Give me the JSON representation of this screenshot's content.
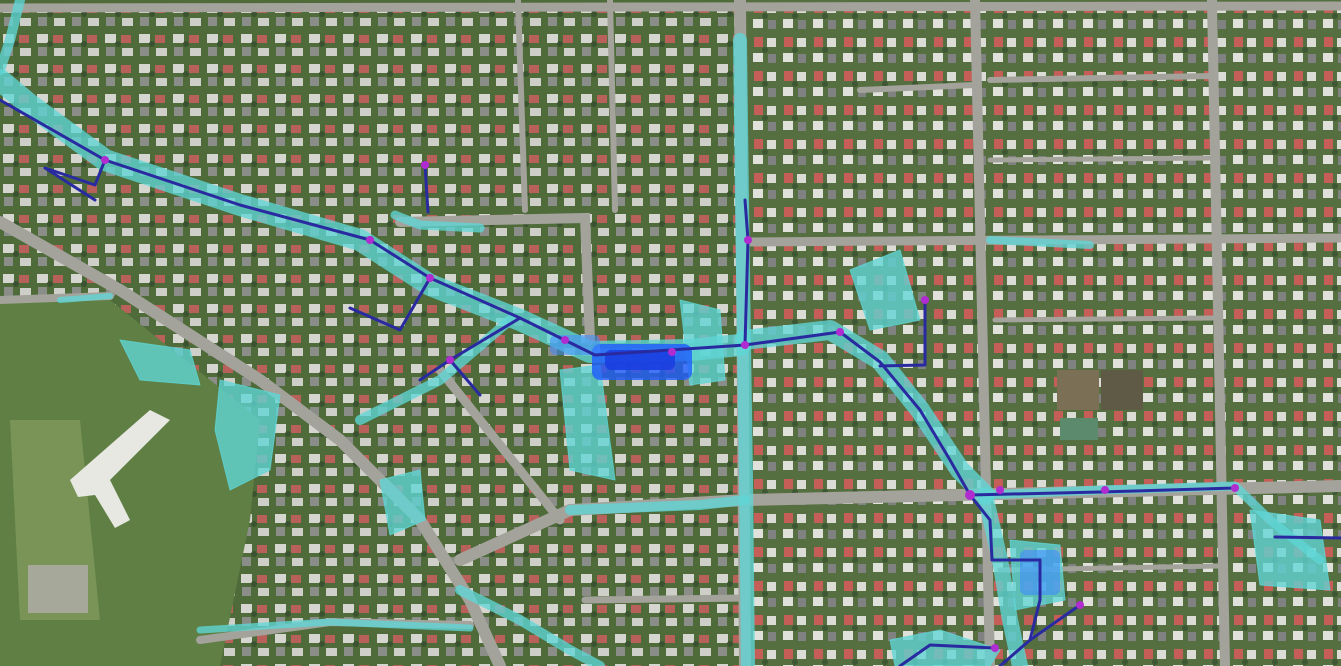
{
  "map": {
    "kind": "aerial-flood-overlay",
    "colors": {
      "vegetation": "#4f6b3a",
      "vegetation_dark": "#3a5230",
      "field": "#6f8f4e",
      "road": "#9c9c94",
      "roof_light": "#d9d9d9",
      "roof_red": "#b8615a",
      "flood_shallow": "#5fd6d6",
      "flood_deep": "#1f5cff",
      "pipe": "#2a2aa0",
      "node": "#b02cd0"
    },
    "layers": [
      "aerial-imagery",
      "road-network",
      "flood-depth",
      "stormwater-pipes",
      "pipe-nodes"
    ]
  }
}
